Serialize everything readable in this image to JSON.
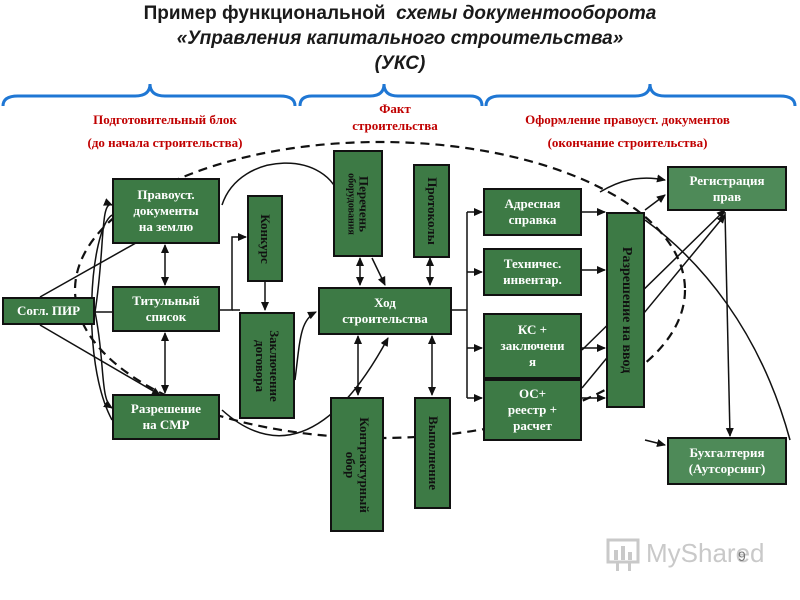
{
  "title": {
    "line1a": "Пример функциональной",
    "line1b": "схемы документооборота",
    "line2": "«Управления капитального строительства»",
    "line3": "(УКС)"
  },
  "sections": {
    "prep_1": "Подготовительный блок",
    "prep_2": "(до начала строительства)",
    "fact_1": "Факт",
    "fact_2": "строительства",
    "final_1": "Оформление правоуст. документов",
    "final_2": "(окончание строительства)"
  },
  "boxes": {
    "sogl_pir": "Согл. ПИР",
    "pravoust_1": "Правоуст.",
    "pravoust_2": "документы",
    "pravoust_3": "на землю",
    "titul_1": "Титульный",
    "titul_2": "список",
    "razresh_smr_1": "Разрешение",
    "razresh_smr_2": "на СМР",
    "konkurs": "Конкурс",
    "zakl_1": "Заключение",
    "zakl_2": "договора",
    "perechen_1": "Перечень",
    "perechen_2": "оборудования",
    "protokoly": "Протоколы",
    "hod_1": "Ход",
    "hod_2": "строительства",
    "kontrakt_1": "Контрактурный",
    "kontrakt_2": "обор",
    "vypolnenie": "Выполнение",
    "adres_1": "Адресная",
    "adres_2": "справка",
    "tehnich_1": "Техничес.",
    "tehnich_2": "инвентар.",
    "ks_1": "КС +",
    "ks_2": "заключени",
    "ks_3": "я",
    "os_1": "ОС+",
    "os_2": "реестр +",
    "os_3": "расчет",
    "razresh_vvod": "Разрешение на ввод",
    "registr_1": "Регистрация",
    "registr_2": "прав",
    "buh_1": "Бухгалтерия",
    "buh_2": "(Аутсорсинг)"
  },
  "colors": {
    "box": "#3d7a45",
    "section_text": "#c00000",
    "brace": "#1f77d4"
  },
  "watermark": {
    "logo_text": "MyShared",
    "page_number": "9"
  }
}
